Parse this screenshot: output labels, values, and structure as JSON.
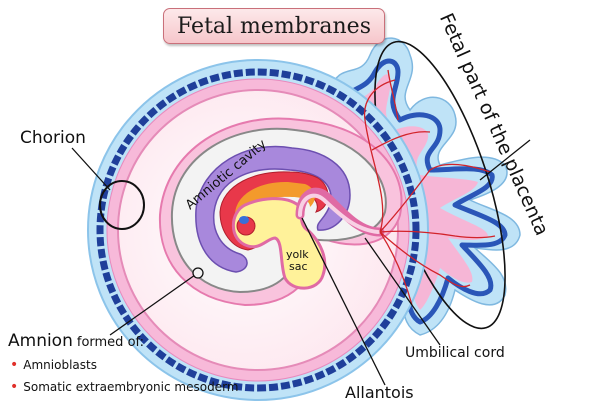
{
  "title": "Fetal membranes",
  "labels": {
    "chorion": "Chorion",
    "amnion": "Amnion",
    "amnion_formed_of": "formed of:",
    "amnion_components": [
      "Amnioblasts",
      "Somatic extraembryonic mesoderm"
    ],
    "umbilical_cord": "Umbilical cord",
    "allantois": "Allantois",
    "fetal_part_placenta": "Fetal part of the placenta",
    "amniotic_cavity": "Amniotic cavity",
    "yolk_sac_line1": "yolk",
    "yolk_sac_line2": "sac"
  },
  "colors": {
    "outer_chorion": "#bfe3f7",
    "chorion_dark_band": "#1f3f9a",
    "chorion_pink": "#f2a7cf",
    "cavity_fill": "#fff5f7",
    "amniotic_cavity": "#9b7bd0",
    "embryo_red": "#e8384a",
    "embryo_orange": "#f39a2c",
    "yolk_sac": "#fff29a",
    "vessels": "#d2232a"
  }
}
